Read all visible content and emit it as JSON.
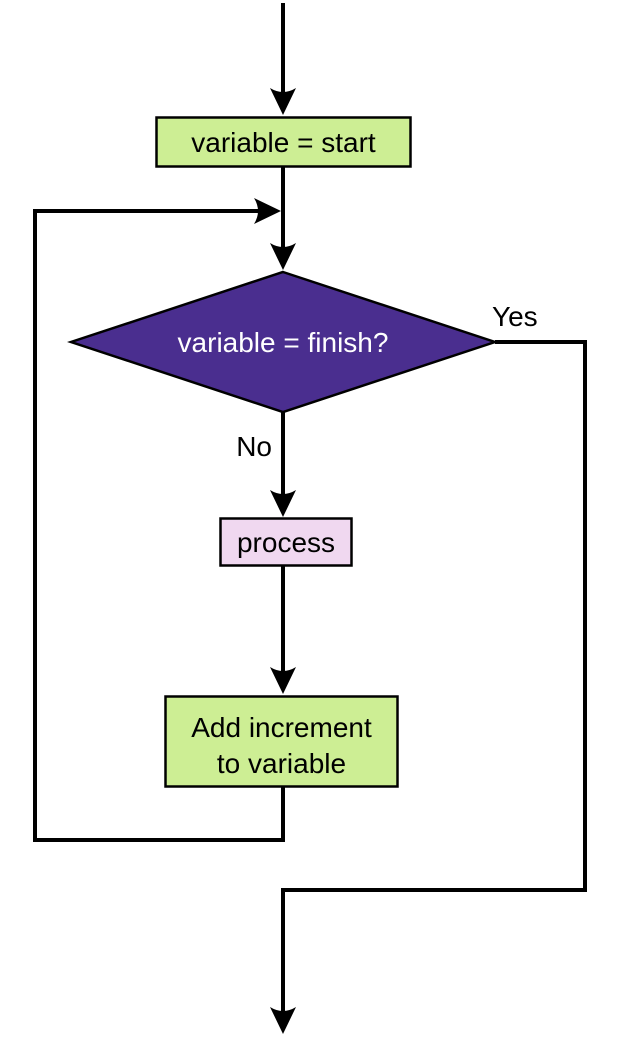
{
  "diagram": {
    "type": "flowchart",
    "description": "Loop flowchart: initialize variable, test against finish, process and increment until done",
    "nodes": {
      "start": {
        "label": "variable = start",
        "shape": "rectangle",
        "fill": "#cdee94",
        "text_color": "#000000"
      },
      "decision": {
        "label": "variable = finish?",
        "shape": "diamond",
        "fill": "#4a2e8f",
        "text_color": "#ffffff"
      },
      "process": {
        "label": "process",
        "shape": "rectangle",
        "fill": "#f0d8f0",
        "text_color": "#000000"
      },
      "increment": {
        "label_line1": "Add increment",
        "label_line2": "to variable",
        "shape": "rectangle",
        "fill": "#cdee94",
        "text_color": "#000000"
      }
    },
    "edge_labels": {
      "yes": "Yes",
      "no": "No"
    },
    "colors": {
      "line": "#000000",
      "node_border": "#000000",
      "background": "#ffffff"
    }
  }
}
